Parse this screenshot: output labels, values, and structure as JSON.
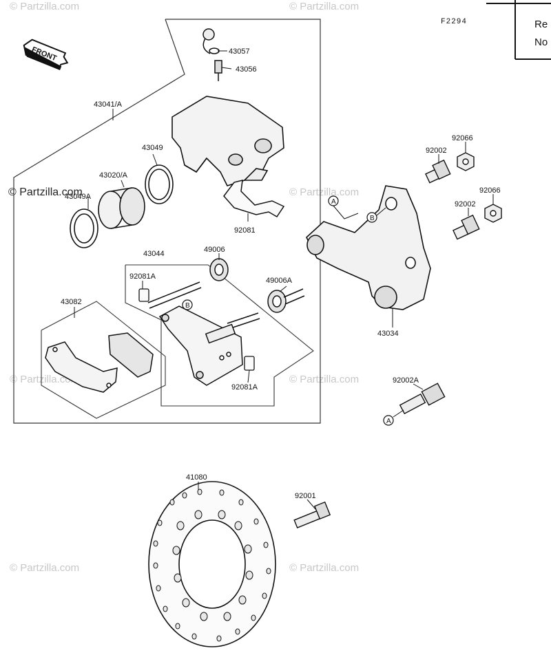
{
  "diagram_code": "F2294",
  "ref_header": {
    "line1": "Re",
    "line2": "No"
  },
  "front_label": "FRONT",
  "watermarks": [
    {
      "text": "© Partzilla.com",
      "dark": false
    },
    {
      "text": "© Partzilla.com",
      "dark": false
    },
    {
      "text": "© Partzilla.com",
      "dark": true
    },
    {
      "text": "© Partzilla.com",
      "dark": false
    },
    {
      "text": "© Partzilla.com",
      "dark": false
    },
    {
      "text": "© Partzilla.com",
      "dark": false
    },
    {
      "text": "© Partzilla.com",
      "dark": false
    },
    {
      "text": "© Partzilla.com",
      "dark": false
    }
  ],
  "parts": [
    {
      "number": "43057"
    },
    {
      "number": "43056"
    },
    {
      "number": "43041/A"
    },
    {
      "number": "43049"
    },
    {
      "number": "43020/A"
    },
    {
      "number": "43049A"
    },
    {
      "number": "92081"
    },
    {
      "number": "43044"
    },
    {
      "number": "49006"
    },
    {
      "number": "92081A"
    },
    {
      "number": "49006A"
    },
    {
      "number": "43082"
    },
    {
      "number": "92081A"
    },
    {
      "number": "92066"
    },
    {
      "number": "92002"
    },
    {
      "number": "92066"
    },
    {
      "number": "92002"
    },
    {
      "number": "43034"
    },
    {
      "number": "92002A"
    },
    {
      "number": "41080"
    },
    {
      "number": "92001"
    }
  ],
  "markers": [
    "A",
    "B",
    "B",
    "A"
  ]
}
